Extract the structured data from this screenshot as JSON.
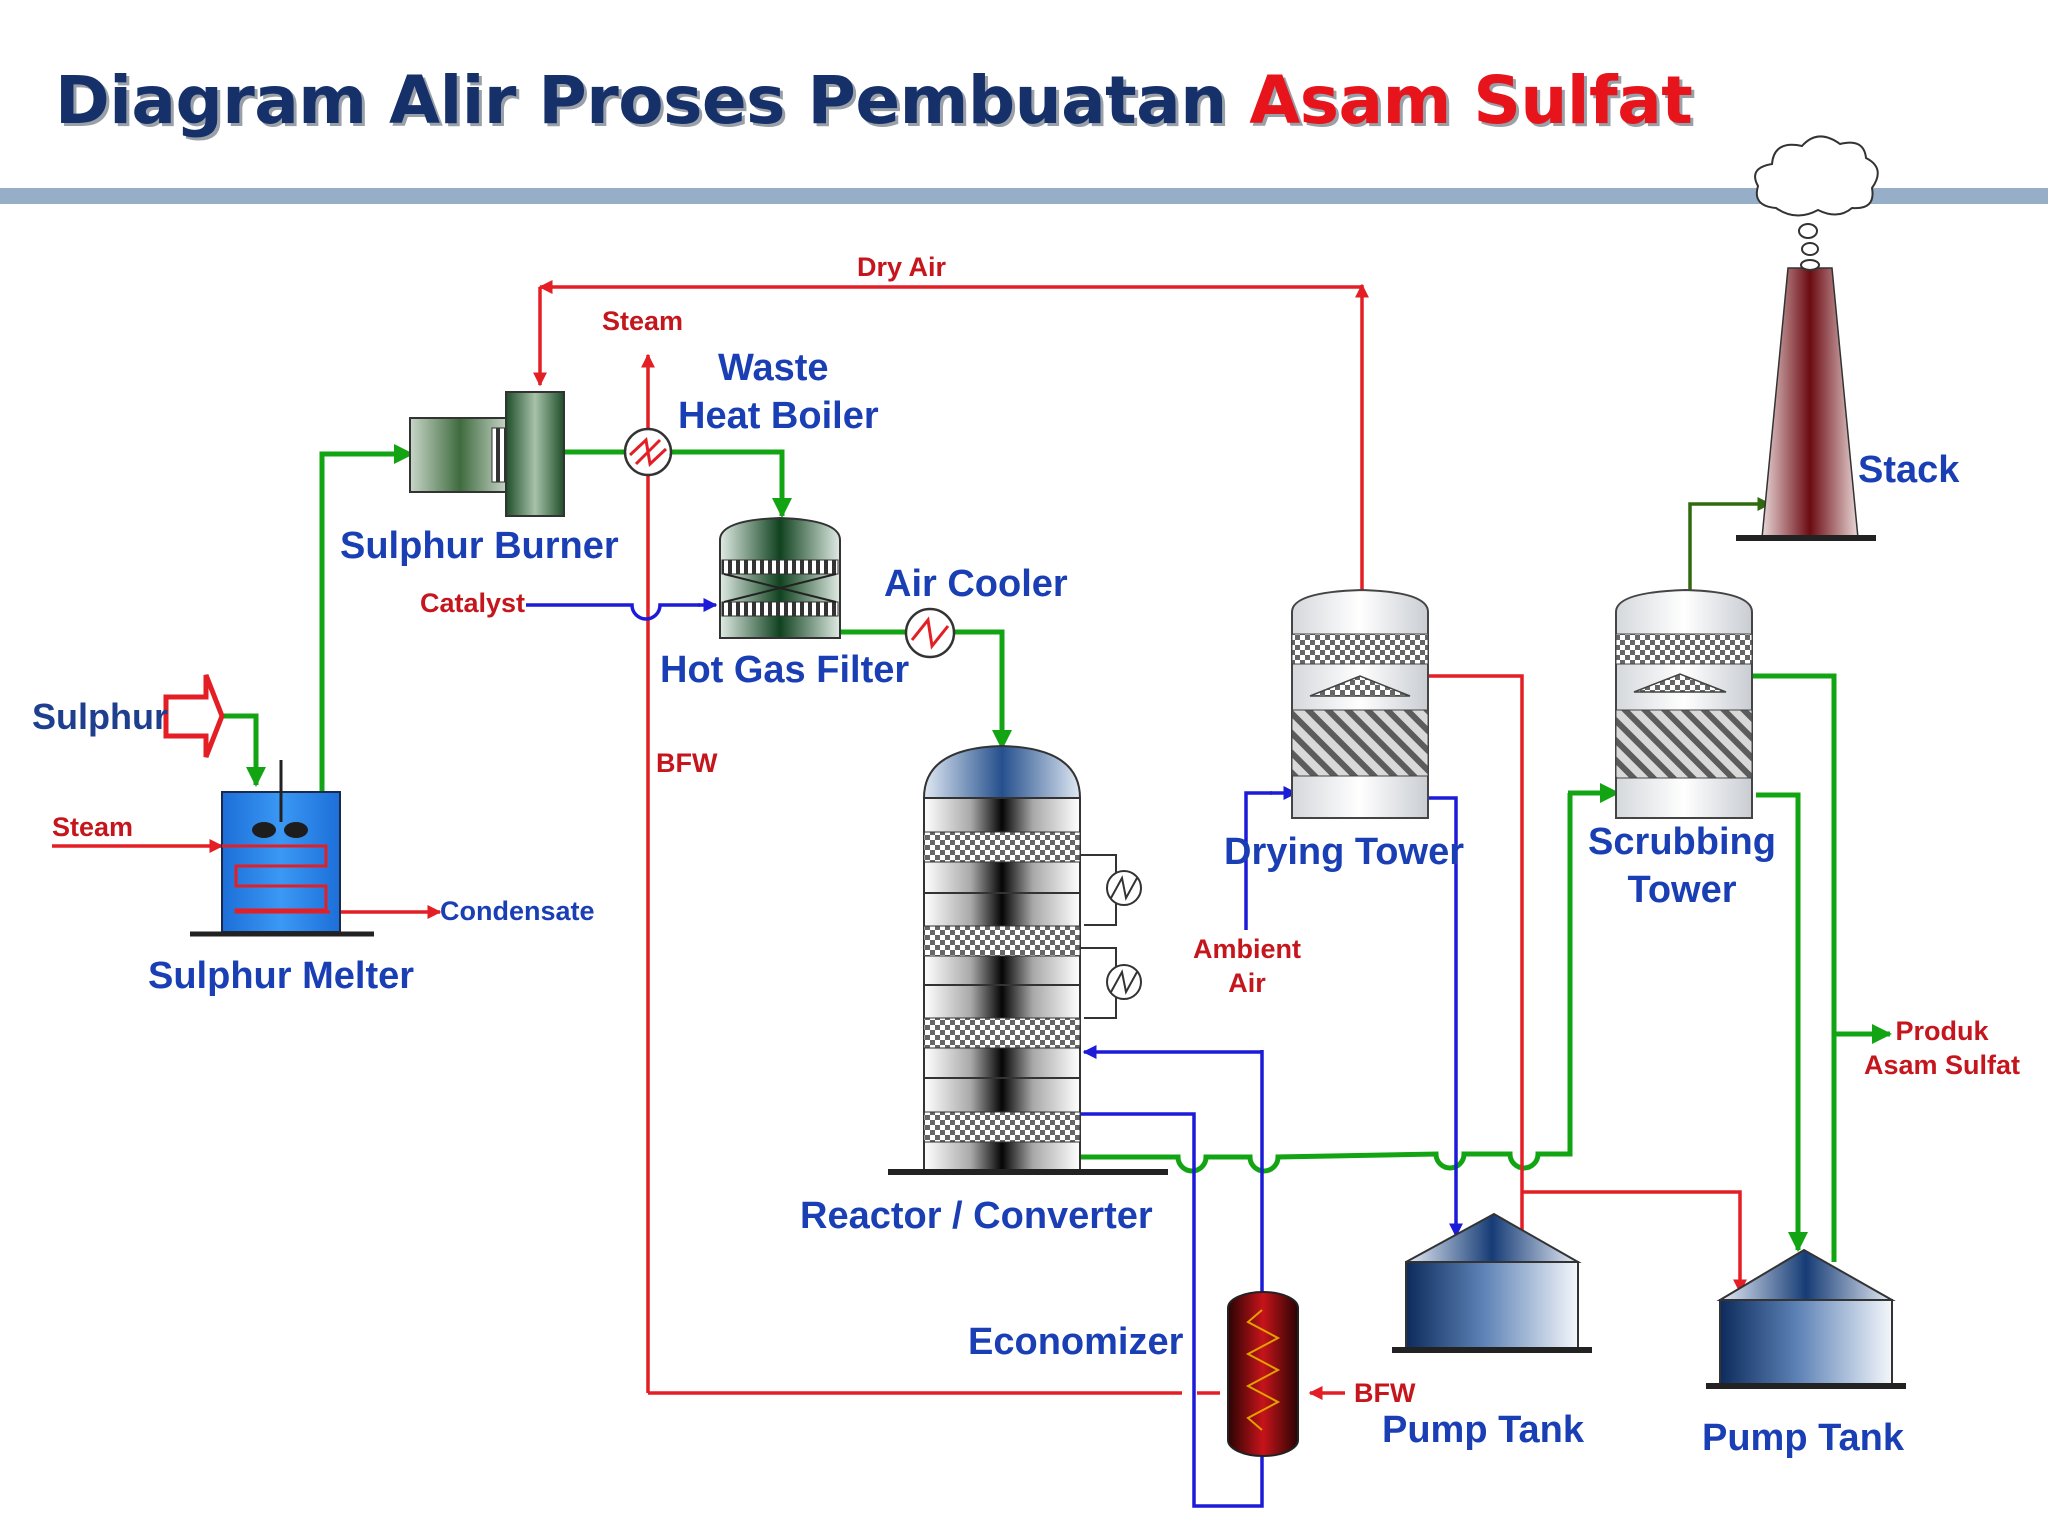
{
  "title": {
    "main": "Diagram Alir Proses Pembuatan",
    "accent": "Asam Sulfat"
  },
  "colors": {
    "title": "#16306a",
    "accent": "#e8141b",
    "label_blue": "#1a3fb5",
    "label_red": "#c4161c",
    "stream_green": "#13a413",
    "stream_red": "#e31e24",
    "stream_blue": "#1b1bd8",
    "divider": "#97aec9"
  },
  "labels": {
    "dry_air": "Dry Air",
    "steam_top": "Steam",
    "waste_heat_boiler_1": "Waste",
    "waste_heat_boiler_2": "Heat Boiler",
    "sulphur_burner": "Sulphur Burner",
    "catalyst": "Catalyst",
    "hot_gas_filter": "Hot Gas Filter",
    "air_cooler": "Air Cooler",
    "stack": "Stack",
    "sulphur": "Sulphur",
    "steam_left": "Steam",
    "condensate": "Condensate",
    "sulphur_melter": "Sulphur Melter",
    "bfw_vertical": "BFW",
    "drying_tower": "Drying Tower",
    "scrubbing_tower_1": "Scrubbing",
    "scrubbing_tower_2": "Tower",
    "ambient_air_1": "Ambient",
    "ambient_air_2": "Air",
    "produk_1": "Produk",
    "produk_2": "Asam Sulfat",
    "reactor": "Reactor / Converter",
    "economizer": "Economizer",
    "bfw_economizer": "BFW",
    "pump_tank_1": "Pump Tank",
    "pump_tank_2": "Pump Tank"
  }
}
